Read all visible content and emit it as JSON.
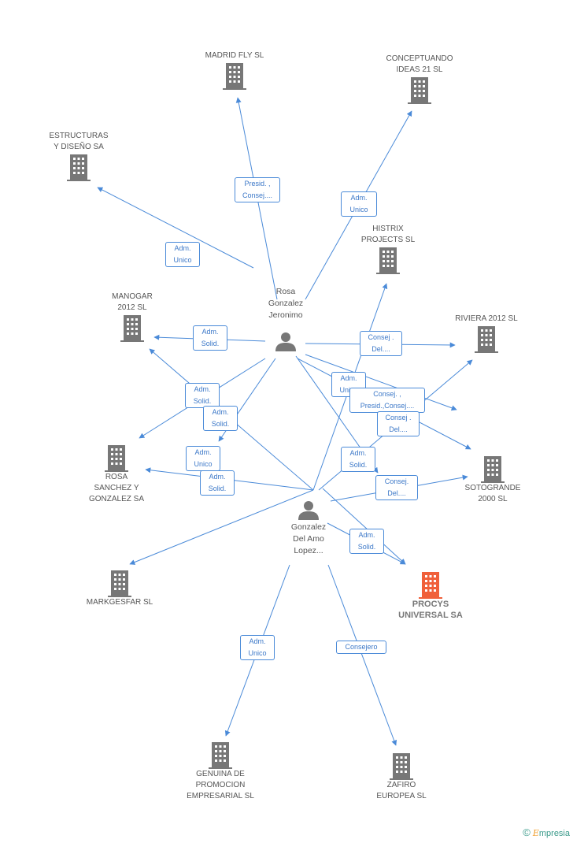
{
  "colors": {
    "edge": "#4a8ad8",
    "building": "#777777",
    "building_main": "#f0603a",
    "person": "#777777"
  },
  "companies": {
    "madrid_fly": "MADRID FLY SL",
    "conceptuando": "CONCEPTUANDO\nIDEAS 21 SL",
    "estructuras": "ESTRUCTURAS\nY DISEÑO SA",
    "histrix": "HISTRIX\nPROJECTS  SL",
    "manogar": "MANOGAR\n2012 SL",
    "riviera": "RIVIERA 2012 SL",
    "rosa_sanchez": "ROSA\nSANCHEZ Y\nGONZALEZ SA",
    "sotogrande": "SOTOGRANDE\n2000 SL",
    "markgesfar": "MARKGESFAR SL",
    "procys": "PROCYS\nUNIVERSAL SA",
    "genuina": "GENUINA DE\nPROMOCION\nEMPRESARIAL SL",
    "zafiro": "ZAFIRO\nEUROPEA SL"
  },
  "persons": {
    "rosa": "Rosa\nGonzalez\nJeronimo",
    "gonzalez": "Gonzalez\nDel Amo\nLopez..."
  },
  "relations": {
    "r1": "Presid. ,\nConsej....",
    "r2": "Adm.\nUnico",
    "r3": "Adm.\nUnico",
    "r4": "Adm.\nSolid.",
    "r5": "Consej .\nDel....",
    "r6": "Adm.\nUnico",
    "r7": "Consej. ,\nPresid.,Consej....",
    "r8": "Adm.\nSolid.",
    "r9": "Adm.\nSolid.",
    "r10": "Consej .\nDel....",
    "r11": "Adm.\nUnico",
    "r12": "Adm.\nSolid.",
    "r13": "Adm.\nSolid.",
    "r14": "Consej.\nDel....",
    "r15": "Adm.\nSolid.",
    "r16": "Adm.\nUnico",
    "r17": "Consejero"
  },
  "credit": {
    "symbol": "©",
    "brand_first": "E",
    "brand_rest": "mpresia"
  }
}
